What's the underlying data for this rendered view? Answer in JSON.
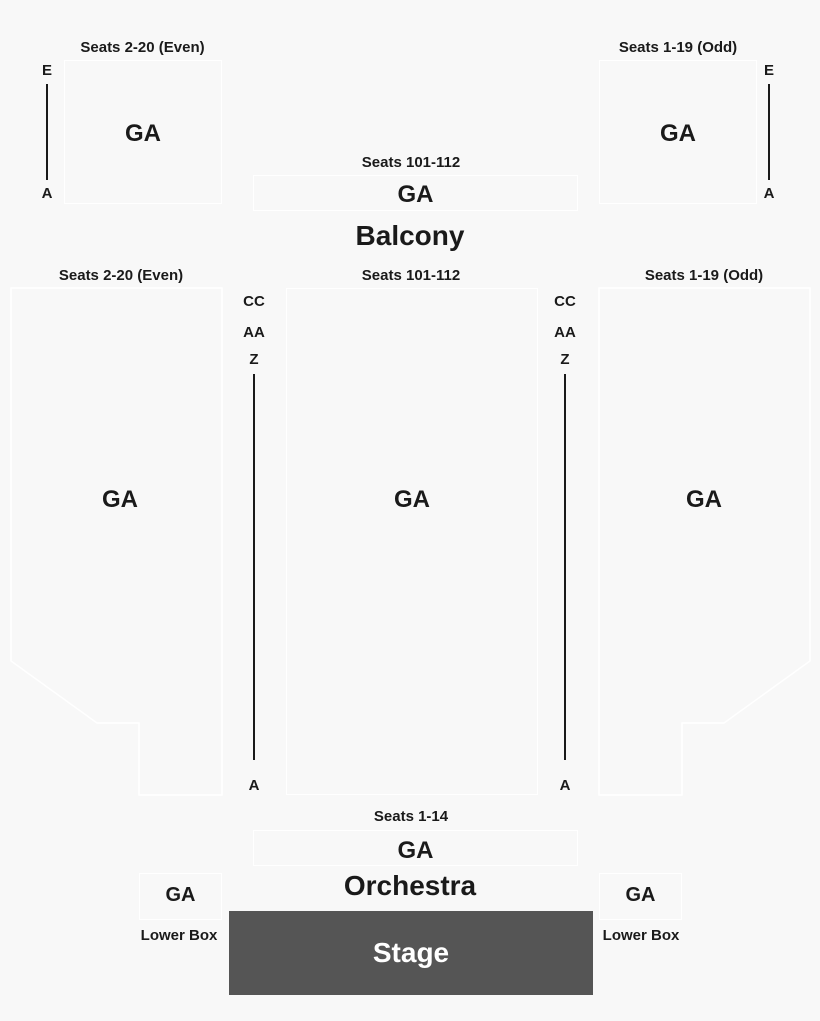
{
  "balcony": {
    "title": "Balcony",
    "left": {
      "caption": "Seats 2-20 (Even)",
      "section": "GA",
      "row_top": "E",
      "row_bottom": "A"
    },
    "center": {
      "caption": "Seats 101-112",
      "section": "GA"
    },
    "right": {
      "caption": "Seats 1-19 (Odd)",
      "section": "GA",
      "row_top": "E",
      "row_bottom": "A"
    }
  },
  "orchestra": {
    "title": "Orchestra",
    "left": {
      "caption": "Seats 2-20 (Even)",
      "section": "GA"
    },
    "center": {
      "caption": "Seats 101-112",
      "section": "GA"
    },
    "right": {
      "caption": "Seats 1-19 (Odd)",
      "section": "GA"
    },
    "left_aisle": {
      "row_1": "CC",
      "row_2": "AA",
      "row_3": "Z",
      "row_bottom": "A"
    },
    "right_aisle": {
      "row_1": "CC",
      "row_2": "AA",
      "row_3": "Z",
      "row_bottom": "A"
    },
    "front": {
      "caption": "Seats 1-14",
      "section": "GA"
    }
  },
  "boxes": {
    "left": {
      "section": "GA",
      "caption": "Lower Box"
    },
    "right": {
      "section": "GA",
      "caption": "Lower Box"
    }
  },
  "stage": {
    "label": "Stage"
  },
  "colors": {
    "background": "#f8f8f8",
    "outline": "#ffffff",
    "stage": "#555555",
    "text": "#1a1a1a"
  }
}
